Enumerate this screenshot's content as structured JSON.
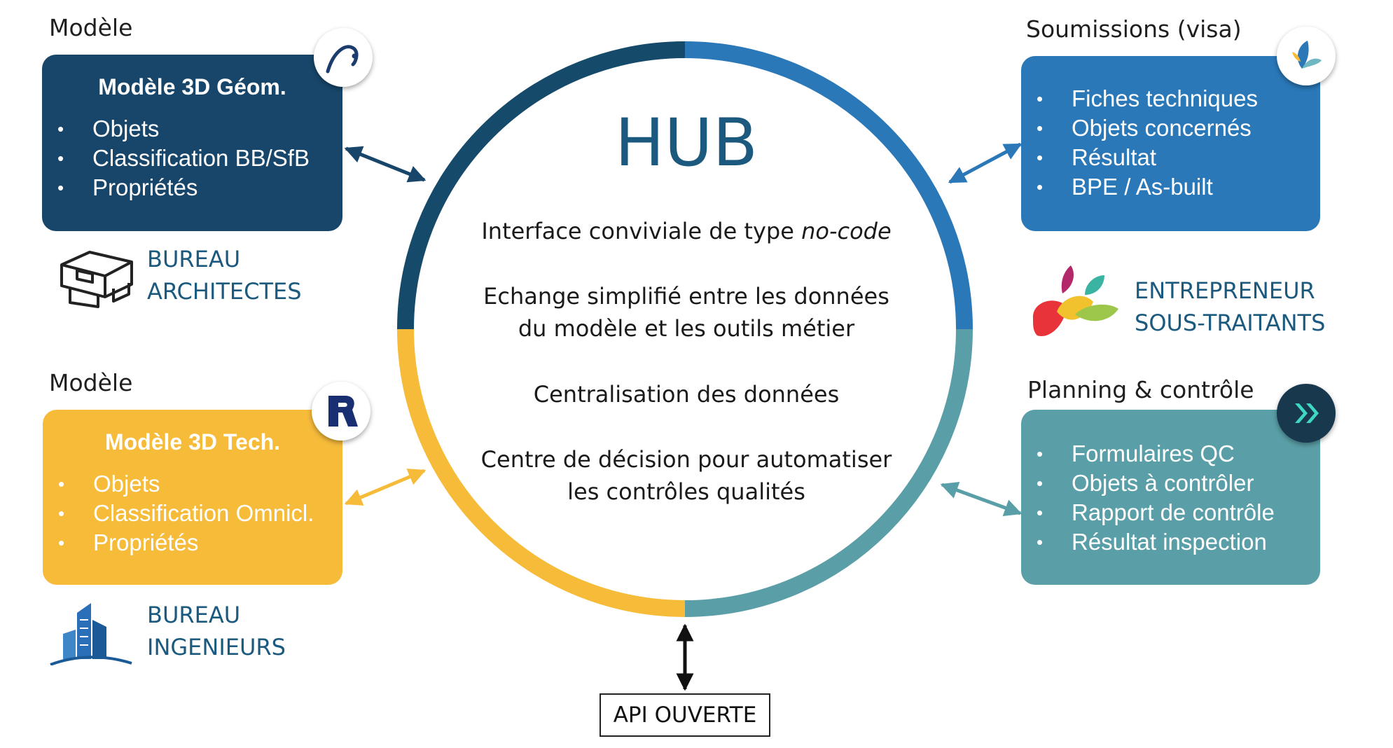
{
  "hub": {
    "title": "HUB",
    "features": [
      [
        "Interface conviviale de type ",
        "no-code"
      ],
      [
        "Echange simplifié entre les données",
        "du modèle et les outils métier"
      ],
      [
        "Centralisation des données"
      ],
      [
        "Centre de décision pour automatiser",
        "les contrôles qualités"
      ]
    ],
    "ring_colors": {
      "top_left": "#164a6a",
      "top_right": "#2a78b8",
      "bottom_right": "#5a9fa7",
      "bottom_left": "#f7bb3a"
    }
  },
  "api": {
    "label": "API OUVERTE"
  },
  "top_left": {
    "heading": "Modèle",
    "box_title": "Modèle 3D Géom.",
    "items": [
      "Objets",
      "Classification BB/SfB",
      "Propriétés"
    ],
    "color": "#17466a",
    "badge_icon": "archicad-icon",
    "org_lines": [
      "BUREAU",
      "ARCHITECTES"
    ],
    "org_icon": "house-icon"
  },
  "bottom_left": {
    "heading": "Modèle",
    "box_title": "Modèle 3D Tech.",
    "items": [
      "Objets",
      "Classification Omnicl.",
      "Propriétés"
    ],
    "color": "#f7bb3a",
    "badge_icon": "revit-icon",
    "org_lines": [
      "BUREAU",
      "INGENIEURS"
    ],
    "org_icon": "building-icon"
  },
  "top_right": {
    "heading": "Soumissions (visa)",
    "items": [
      "Fiches techniques",
      "Objets concernés",
      "Résultat",
      "BPE / As-built"
    ],
    "color": "#2a78b8",
    "badge_icon": "leaf-icon",
    "org_lines": [
      "ENTREPRENEUR",
      "SOUS-TRAITANTS"
    ],
    "org_icon": "leaves-icon"
  },
  "bottom_right": {
    "heading": "Planning & contrôle",
    "items": [
      "Formulaires QC",
      "Objets à contrôler",
      "Rapport de contrôle",
      "Résultat inspection"
    ],
    "color": "#5a9fa7",
    "badge_icon": "double-chevron-icon",
    "badge_bg": "#17384d"
  }
}
